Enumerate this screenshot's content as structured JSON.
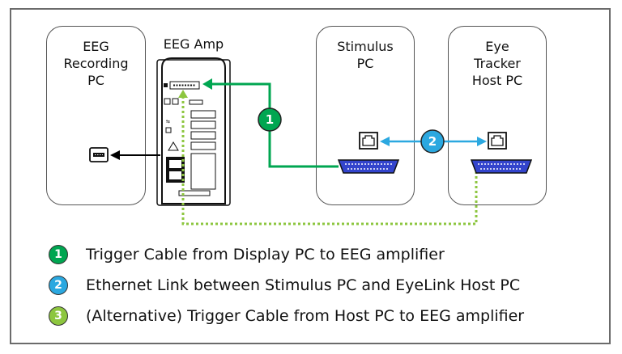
{
  "nodes": {
    "eeg_pc": "EEG\nRecording\nPC",
    "eeg_amp": "EEG Amp",
    "stimulus_pc": "Stimulus\nPC",
    "eye_tracker": "Eye\nTracker\nHost PC"
  },
  "badges": {
    "link1": "1",
    "link2": "2"
  },
  "legend": [
    {
      "num": "1",
      "text": "Trigger Cable from Display PC to EEG amplifier"
    },
    {
      "num": "2",
      "text": "Ethernet Link between Stimulus PC and EyeLink Host PC"
    },
    {
      "num": "3",
      "text": "(Alternative) Trigger Cable from Host PC to EEG amplifier"
    }
  ],
  "colors": {
    "trigger_cable": "#00a651",
    "ethernet": "#2ba8e0",
    "alt_trigger": "#8dc63f",
    "usb_arrow": "#000000"
  }
}
